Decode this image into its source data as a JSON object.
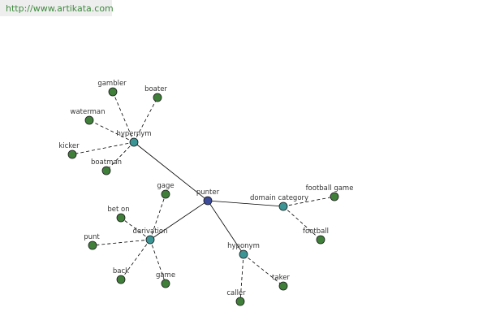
{
  "watermark": {
    "text": "http://www.artikata.com"
  },
  "colors": {
    "center_node": "#3c4c9a",
    "relation_node": "#3b9595",
    "term_node": "#3f7f3a",
    "edge": "#000000",
    "label": "#333333"
  },
  "graph": {
    "center": {
      "id": "punter",
      "label": "punter"
    },
    "relations": [
      {
        "id": "hypernym",
        "label": "hypernym"
      },
      {
        "id": "domain-category",
        "label": "domain category"
      },
      {
        "id": "derivation",
        "label": "derivation"
      },
      {
        "id": "hyponym",
        "label": "hyponym"
      }
    ],
    "terms": [
      {
        "id": "gambler",
        "label": "gambler",
        "relation": "hypernym"
      },
      {
        "id": "boater",
        "label": "boater",
        "relation": "hypernym"
      },
      {
        "id": "waterman",
        "label": "waterman",
        "relation": "hypernym"
      },
      {
        "id": "kicker",
        "label": "kicker",
        "relation": "hypernym"
      },
      {
        "id": "boatman",
        "label": "boatman",
        "relation": "hypernym"
      },
      {
        "id": "football-game",
        "label": "football game",
        "relation": "domain-category"
      },
      {
        "id": "football",
        "label": "football",
        "relation": "domain-category"
      },
      {
        "id": "gage",
        "label": "gage",
        "relation": "derivation"
      },
      {
        "id": "bet-on",
        "label": "bet on",
        "relation": "derivation"
      },
      {
        "id": "punt",
        "label": "punt",
        "relation": "derivation"
      },
      {
        "id": "back",
        "label": "back",
        "relation": "derivation"
      },
      {
        "id": "game",
        "label": "game",
        "relation": "derivation"
      },
      {
        "id": "taker",
        "label": "taker",
        "relation": "hyponym"
      },
      {
        "id": "caller",
        "label": "caller",
        "relation": "hyponym"
      }
    ]
  }
}
